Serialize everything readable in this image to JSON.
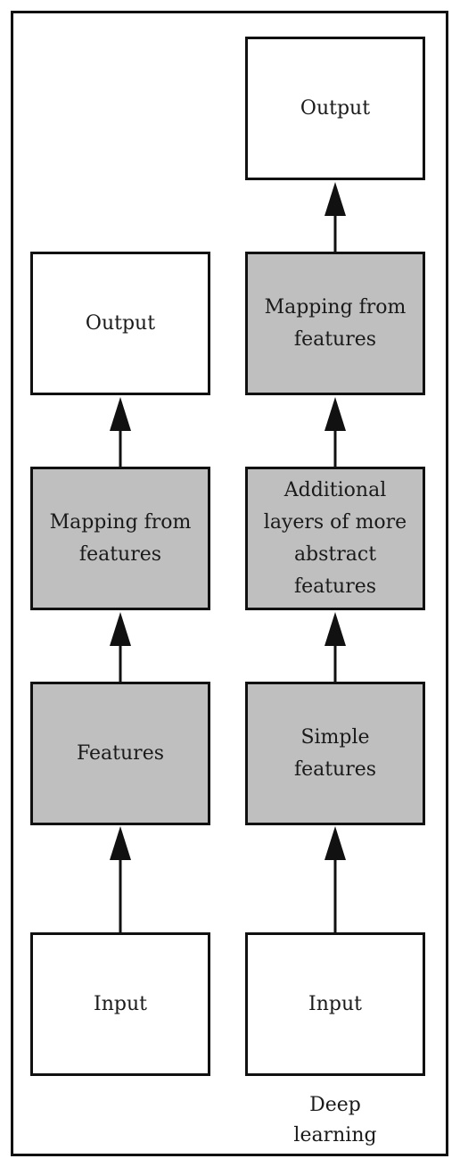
{
  "left_column": {
    "output": "Output",
    "mapping": "Mapping from\nfeatures",
    "features": "Features",
    "input": "Input"
  },
  "right_column": {
    "output": "Output",
    "mapping": "Mapping from\nfeatures",
    "additional": "Additional\nlayers of more\nabstract\nfeatures",
    "simple": "Simple\nfeatures",
    "input": "Input",
    "caption": "Deep\nlearning"
  },
  "colors": {
    "frame": "#111111",
    "representation_box": "#bfbfbf",
    "plain_box": "#ffffff"
  }
}
